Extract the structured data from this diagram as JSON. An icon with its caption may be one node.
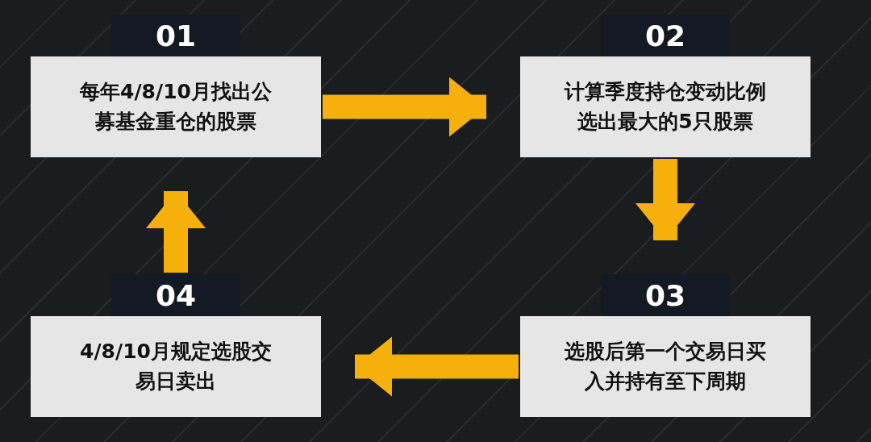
{
  "diagram": {
    "nodes": [
      {
        "text": [
          "01",
          "每年4/8/10月找出公募基金重仓的股票"
        ]
      },
      {
        "text": [
          "02",
          "计算季度持仓变动比例选出最大的5只股票"
        ]
      },
      {
        "text": [
          "03",
          "选股后第一个交易日买入并持有至下周期"
        ]
      },
      {
        "text": [
          "04",
          "4/8/10月规定选股交易日卖出"
        ]
      }
    ],
    "edges": [
      {
        "from": 0,
        "to": 1,
        "arrow": "to"
      },
      {
        "from": 1,
        "to": 2,
        "arrow": "to"
      },
      {
        "from": 2,
        "to": 3,
        "arrow": "to"
      },
      {
        "from": 3,
        "to": 0,
        "arrow": "to"
      }
    ]
  }
}
